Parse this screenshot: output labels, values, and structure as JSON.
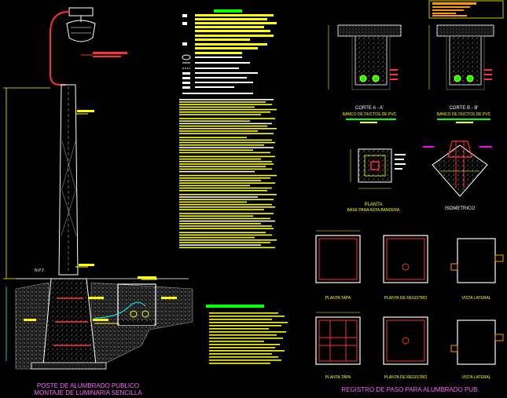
{
  "drawing": {
    "pole": {
      "title_line1": "POSTE DE ALUMBRADO PUBLICO",
      "title_line2": "MONTAJE DE LUMINARIA SENCILLA",
      "level_label": "N.P.T."
    },
    "ducts": {
      "section_a_title": "CORTE A - A'",
      "section_a_subtitle": "BANCO DE DUCTOS DE PVC",
      "section_b_title": "CORTE B - B'",
      "section_b_subtitle": "BANCO DE DUCTOS DE PVC"
    },
    "base": {
      "plan_title": "PLANTA",
      "plan_subtitle": "BASE PARA ASTA BANDERA",
      "iso_title": "ISOMETRICO"
    },
    "registers": {
      "row1": [
        "PLANTA TAPA",
        "PLANTA DE REGISTRO",
        "VISTA LATERAL"
      ],
      "row2": [
        "PLANTA TAPA",
        "PLANTA DE REGISTRO",
        "VISTA LATERAL"
      ],
      "title": "REGISTRO DE PASO PARA ALUMBRADO PUB."
    },
    "colors": {
      "background": "#000000",
      "outline": "#ffffff",
      "accent_yellow": "#ffff00",
      "accent_green": "#00ff00",
      "accent_red": "#ff3030",
      "accent_orange": "#ff9900",
      "accent_magenta": "#ff00ff",
      "accent_cyan": "#00ffff",
      "title_magenta": "#ff66ff"
    }
  }
}
